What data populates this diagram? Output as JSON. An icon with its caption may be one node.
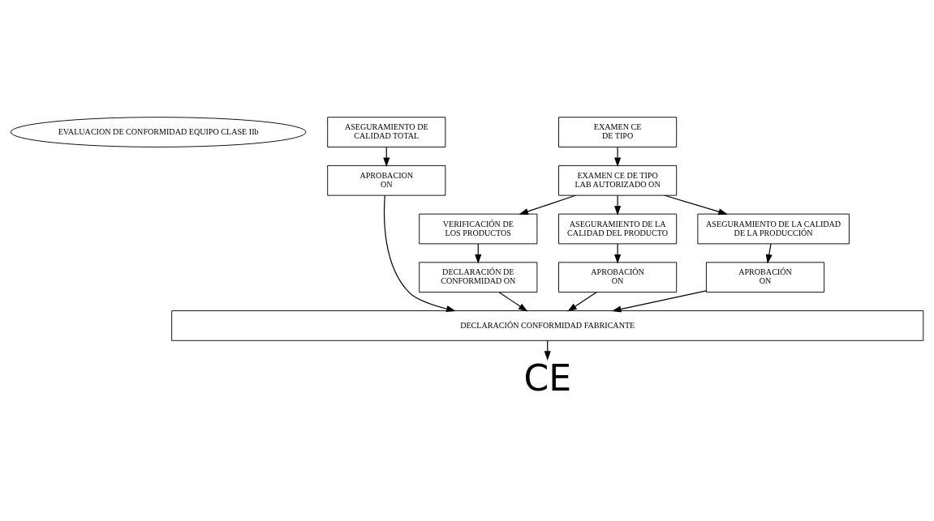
{
  "diagram": {
    "nodes": [
      {
        "text": [
          "EVALUACION DE CONFORMIDAD EQUIPO CLASE IIb"
        ]
      },
      {
        "text": [
          "ASEGURAMIENTO DE CALIDAD TOTAL"
        ]
      },
      {
        "text": [
          "EXAMEN CE DE TIPO"
        ]
      },
      {
        "text": [
          "APROBACION ON"
        ]
      },
      {
        "text": [
          "EXAMEN CE DE TIPO LAB AUTORIZADO ON"
        ]
      },
      {
        "text": [
          "VERIFICACIÓN DE LOS PRODUCTOS"
        ]
      },
      {
        "text": [
          "ASEGURAMIENTO DE LA CALIDAD DEL PRODUCTO"
        ]
      },
      {
        "text": [
          "ASEGURAMIENTO DE LA CALIDAD DE LA PRODUCCIÓN"
        ]
      },
      {
        "text": [
          "DECLARACIÓN DE CONFORMIDAD ON"
        ]
      },
      {
        "text": [
          "APROBACIÓN ON"
        ]
      },
      {
        "text": [
          "APROBACIÓN ON"
        ]
      },
      {
        "text": [
          "DECLARACIÓN CONFORMIDAD FABRICANTE"
        ]
      },
      {
        "text": [
          "CE"
        ]
      }
    ],
    "edges": [
      {
        "from": 1,
        "to": 3,
        "arrow": "to"
      },
      {
        "from": 2,
        "to": 4,
        "arrow": "to"
      },
      {
        "from": 4,
        "to": 5,
        "arrow": "to"
      },
      {
        "from": 4,
        "to": 6,
        "arrow": "to"
      },
      {
        "from": 4,
        "to": 7,
        "arrow": "to"
      },
      {
        "from": 5,
        "to": 8,
        "arrow": "to"
      },
      {
        "from": 6,
        "to": 9,
        "arrow": "to"
      },
      {
        "from": 7,
        "to": 10,
        "arrow": "to"
      },
      {
        "from": 3,
        "to": 11,
        "arrow": "to"
      },
      {
        "from": 8,
        "to": 11,
        "arrow": "to"
      },
      {
        "from": 9,
        "to": 11,
        "arrow": "to"
      },
      {
        "from": 10,
        "to": 11,
        "arrow": "to"
      },
      {
        "from": 11,
        "to": 12,
        "arrow": "to"
      }
    ]
  }
}
